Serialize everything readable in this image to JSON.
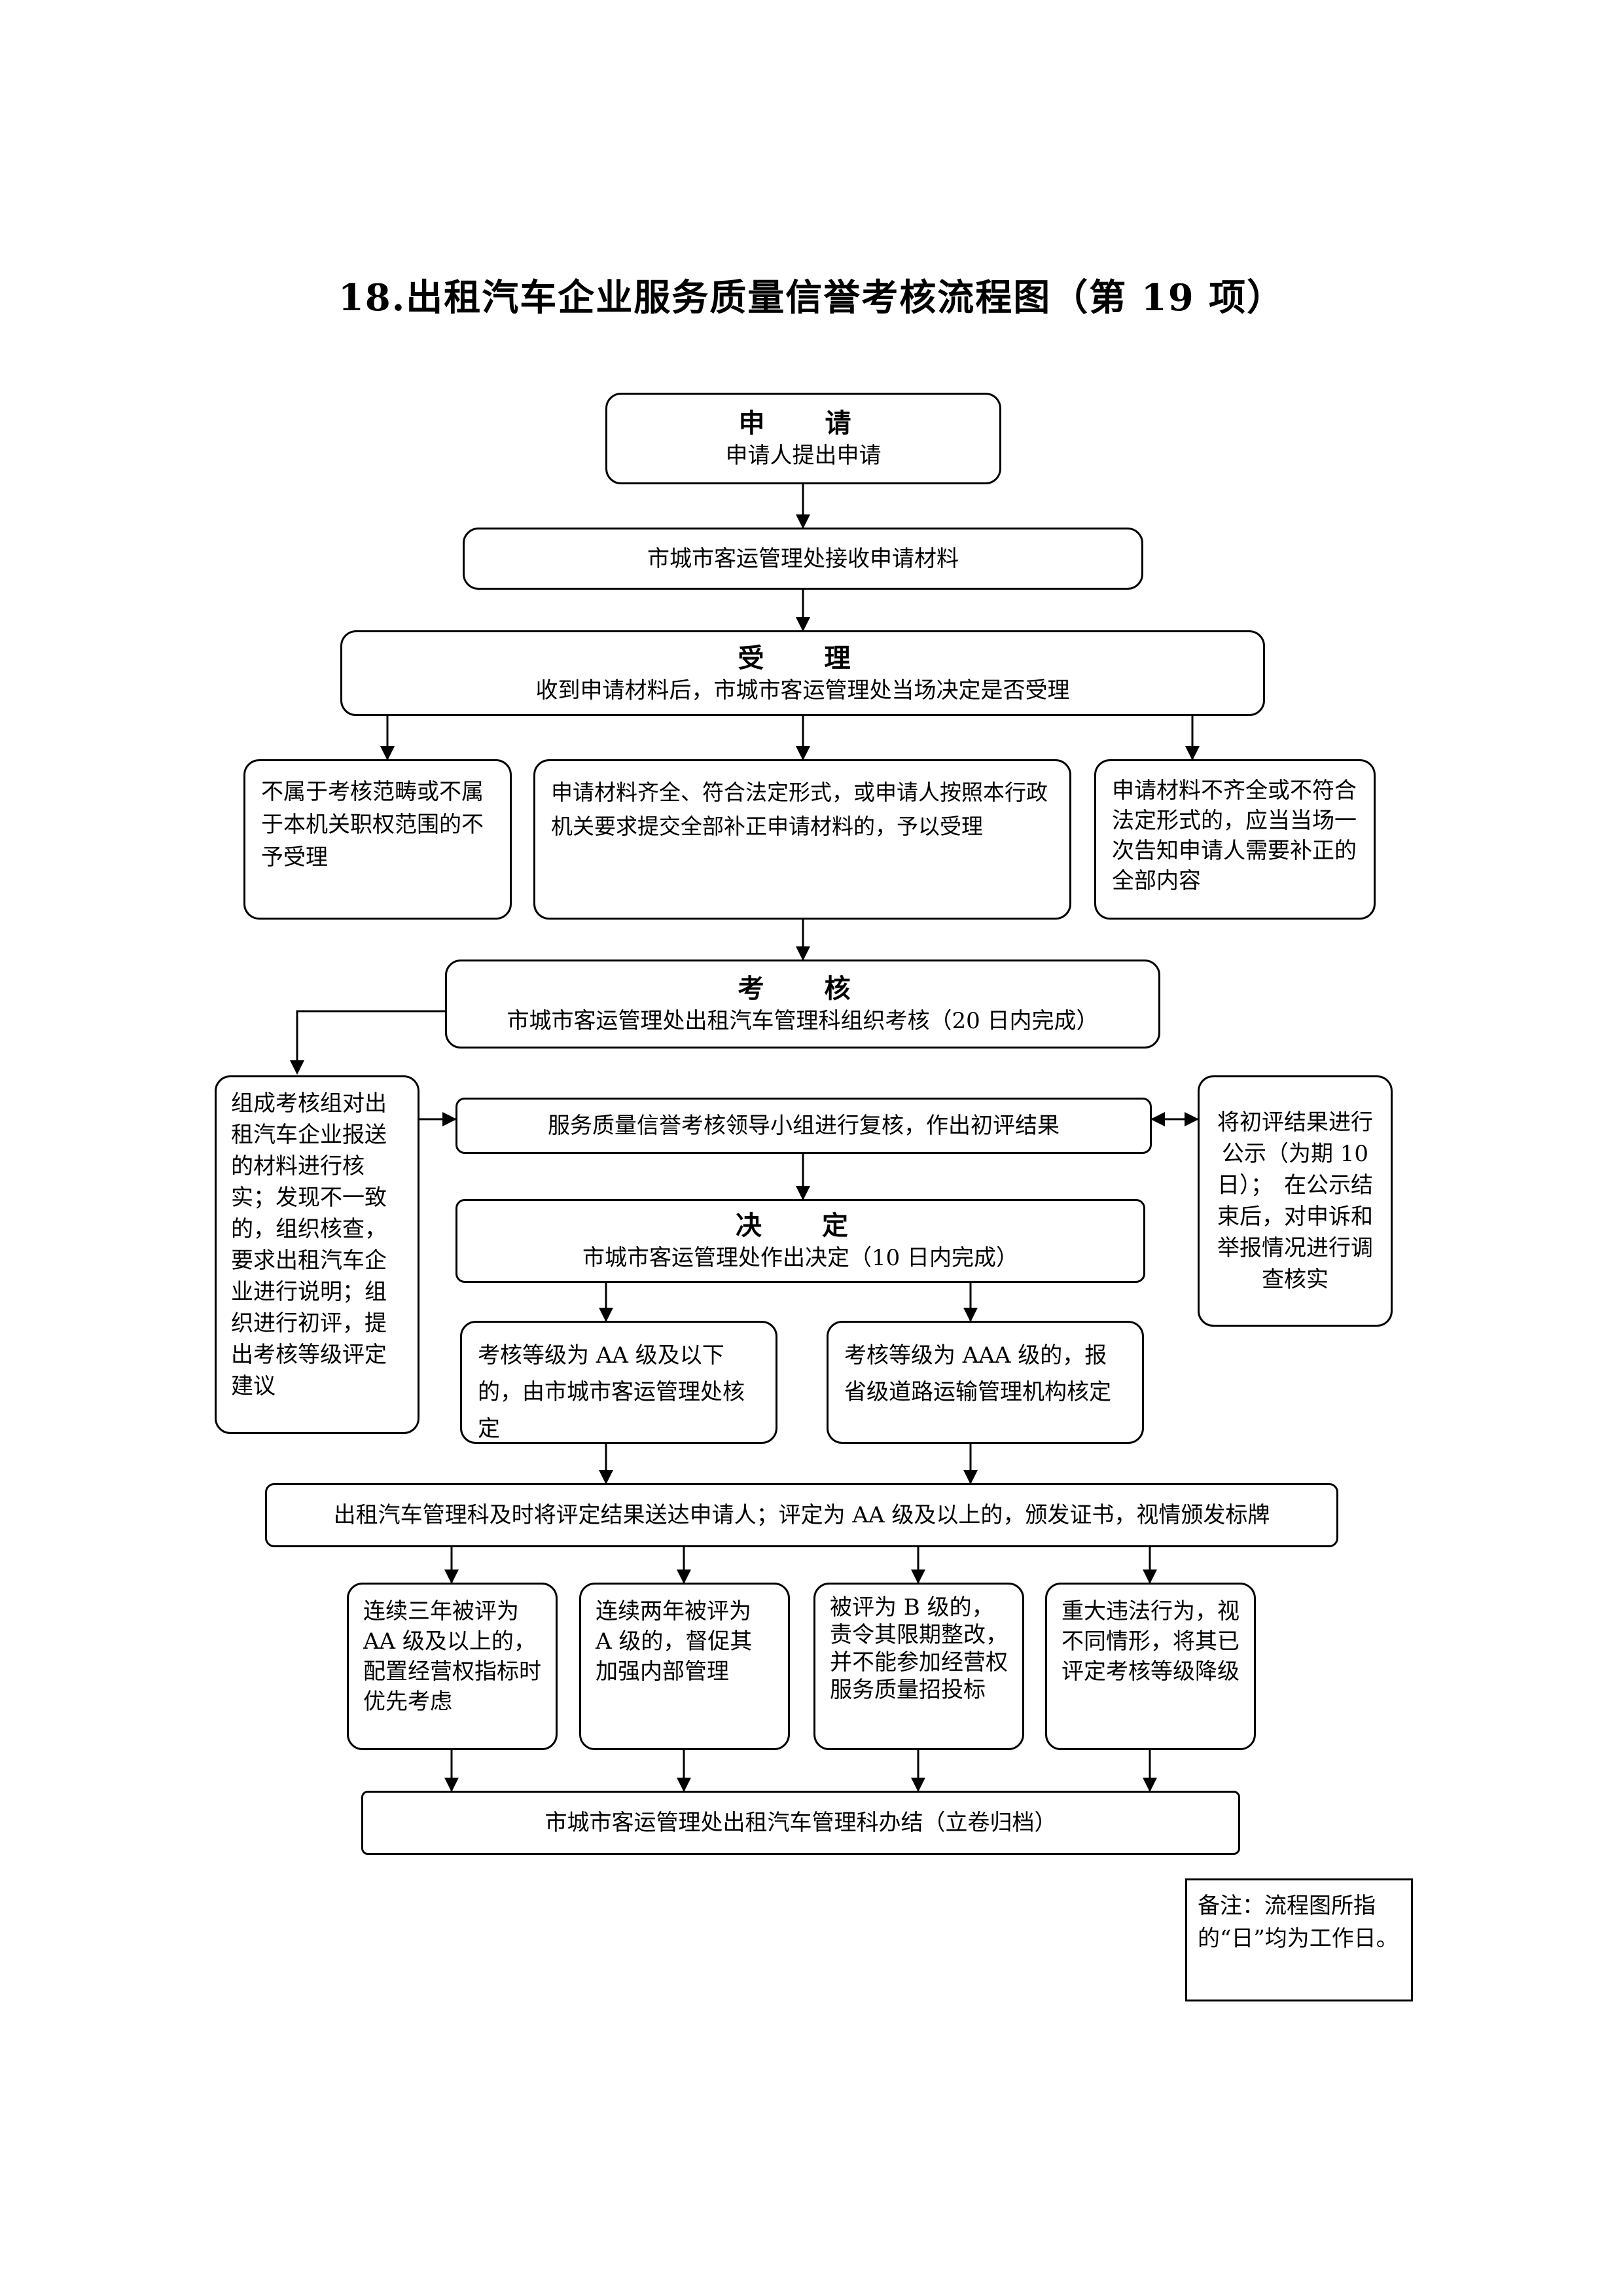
{
  "title": "18.出租汽车企业服务质量信誉考核流程图（第 19 项）",
  "apply": {
    "head": "申　请",
    "text": "申请人提出申请"
  },
  "receive": "市城市客运管理处接收申请材料",
  "accept": {
    "head": "受　理",
    "text": "收到申请材料后，市城市客运管理处当场决定是否受理"
  },
  "branch_reject": "不属于考核范畴或不属于本机关职权范围的不予受理",
  "branch_accept": "申请材料齐全、符合法定形式，或申请人按照本行政机关要求提交全部补正申请材料的，予以受理",
  "branch_supplement": "申请材料不齐全或不符合法定形式的，应当当场一次告知申请人需要补正的全部内容",
  "assess": {
    "head": "考　核",
    "text": "市城市客运管理处出租汽车管理科组织考核（20 日内完成）"
  },
  "verify": "组成考核组对出租汽车企业报送的材料进行核实；发现不一致的，组织核查，要求出租汽车企业进行说明；组织进行初评，提出考核等级评定建议",
  "review": "服务质量信誉考核领导小组进行复核，作出初评结果",
  "publicity": "将初评结果进行公示（为期 10 日）；　在公示结束后，对申诉和举报情况进行调查核实",
  "decide": {
    "head": "决　定",
    "text": "市城市客运管理处作出决定（10 日内完成）"
  },
  "level_aa": "考核等级为 AA 级及以下的，由市城市客运管理处核定",
  "level_aaa": "考核等级为 AAA 级的，报省级道路运输管理机构核定",
  "notify": "出租汽车管理科及时将评定结果送达申请人；评定为 AA 级及以上的，颁发证书，视情颁发标牌",
  "outcomes": [
    "连续三年被评为 AA 级及以上的，配置经营权指标时优先考虑",
    "连续两年被评为 A 级的，督促其加强内部管理",
    "被评为 B 级的，责令其限期整改，并不能参加经营权服务质量招投标",
    "重大违法行为，视不同情形，将其已评定考核等级降级"
  ],
  "close": "市城市客运管理处出租汽车管理科办结（立卷归档）",
  "note": "备注：流程图所指的“日”均为工作日。"
}
